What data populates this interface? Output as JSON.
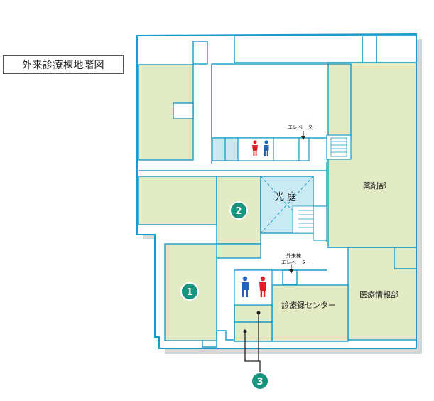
{
  "title": "外来診療棟地階図",
  "rooms": {
    "courtyard": "光 庭",
    "pharmacy": "薬剤部",
    "records_center": "診療録センター",
    "medical_info": "医療情報部"
  },
  "elevators": {
    "main": "エレベーター",
    "outpatient_line1": "外来棟",
    "outpatient_line2": "エレベーター"
  },
  "markers": {
    "m1": "1",
    "m2": "2",
    "m3": "3"
  },
  "colors": {
    "room_fill": "#e2ebc4",
    "wall": "#1a9bc9",
    "outer_shadow": "#cfcfcf",
    "marker": "#17957f",
    "courtyard_fill": "#c9e9f3",
    "restroom_male": "#1e63b4",
    "restroom_female": "#e11c24"
  }
}
